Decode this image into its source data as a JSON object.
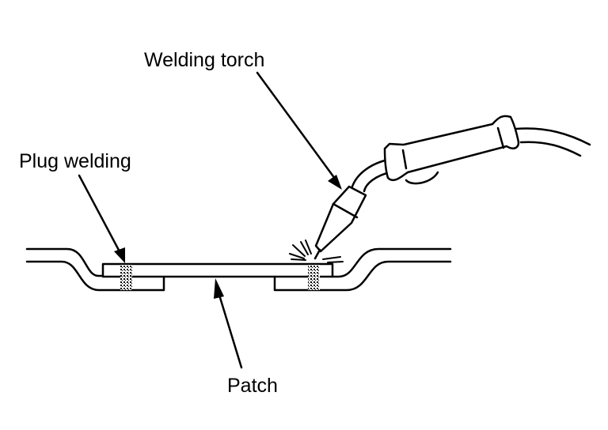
{
  "diagram": {
    "title": "Plug welding of patch with welding torch",
    "labels": {
      "welding_torch": "Welding torch",
      "plug_welding": "Plug welding",
      "patch": "Patch"
    }
  }
}
